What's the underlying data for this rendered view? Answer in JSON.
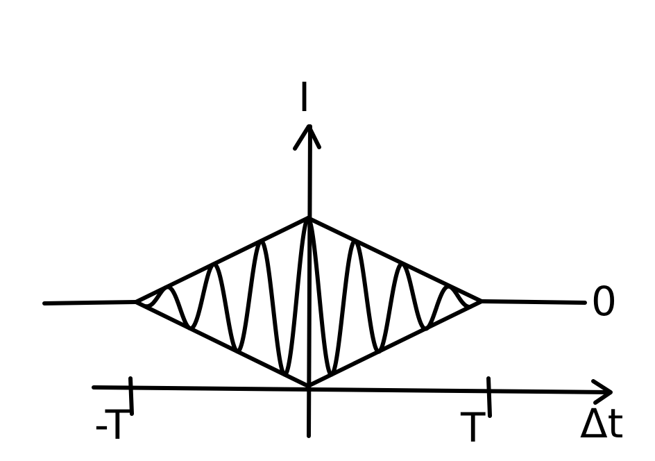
{
  "diagram": {
    "type": "interference-envelope",
    "labels": {
      "y_axis": "I",
      "x_axis": "Δt",
      "left_tick": "-T",
      "right_tick": "T",
      "baseline_value": "0"
    },
    "envelope": {
      "shape": "triangular",
      "support": [
        "-T",
        "T"
      ],
      "peak_at": 0
    },
    "fringes": {
      "inside_envelope": true
    }
  }
}
